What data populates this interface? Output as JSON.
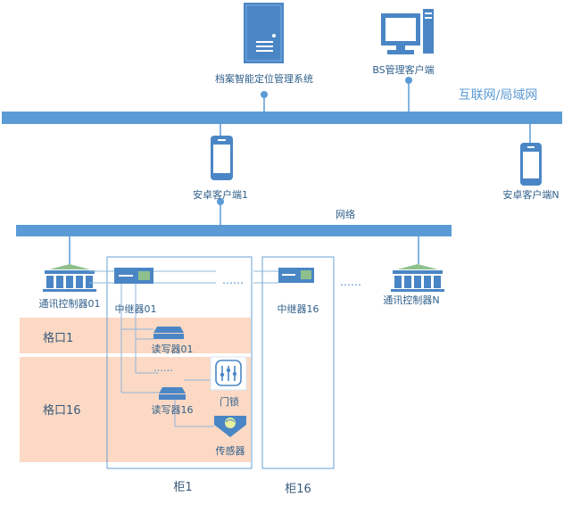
{
  "colors": {
    "bus": "#5b9bd5",
    "device": "#4a86c5",
    "grid_fill": "#fbd9c4",
    "cabinet_border": "#6aa0d6",
    "label": "#2f5f8a",
    "roof": "#8dc08c"
  },
  "nodes": {
    "server": {
      "label": "档案智能定位管理系统",
      "icon": "server-icon"
    },
    "bs_client": {
      "label": "BS管理客户端",
      "icon": "desktop-icon"
    },
    "internet": {
      "label": "互联网/局域网"
    },
    "android_1": {
      "label": "安卓客户端1",
      "icon": "phone-icon"
    },
    "android_n": {
      "label": "安卓客户端N",
      "icon": "phone-icon"
    },
    "network": {
      "label": "网络"
    },
    "controller_01": {
      "label": "通讯控制器01",
      "icon": "controller-icon"
    },
    "controller_n": {
      "label": "通讯控制器N",
      "icon": "controller-icon"
    },
    "repeater_01": {
      "label": "中继器01",
      "icon": "repeater-icon"
    },
    "repeater_16": {
      "label": "中继器16",
      "icon": "repeater-icon"
    },
    "reader_01": {
      "label": "读写器01",
      "icon": "reader-icon"
    },
    "reader_16": {
      "label": "读写器16",
      "icon": "reader-icon"
    },
    "door_lock": {
      "label": "门锁",
      "icon": "door-lock-icon"
    },
    "sensor": {
      "label": "传感器",
      "icon": "sensor-icon"
    }
  },
  "grids": [
    {
      "label": "格口1"
    },
    {
      "label": "格口16"
    }
  ],
  "cabinets": [
    {
      "label": "柜1"
    },
    {
      "label": "柜16"
    }
  ]
}
